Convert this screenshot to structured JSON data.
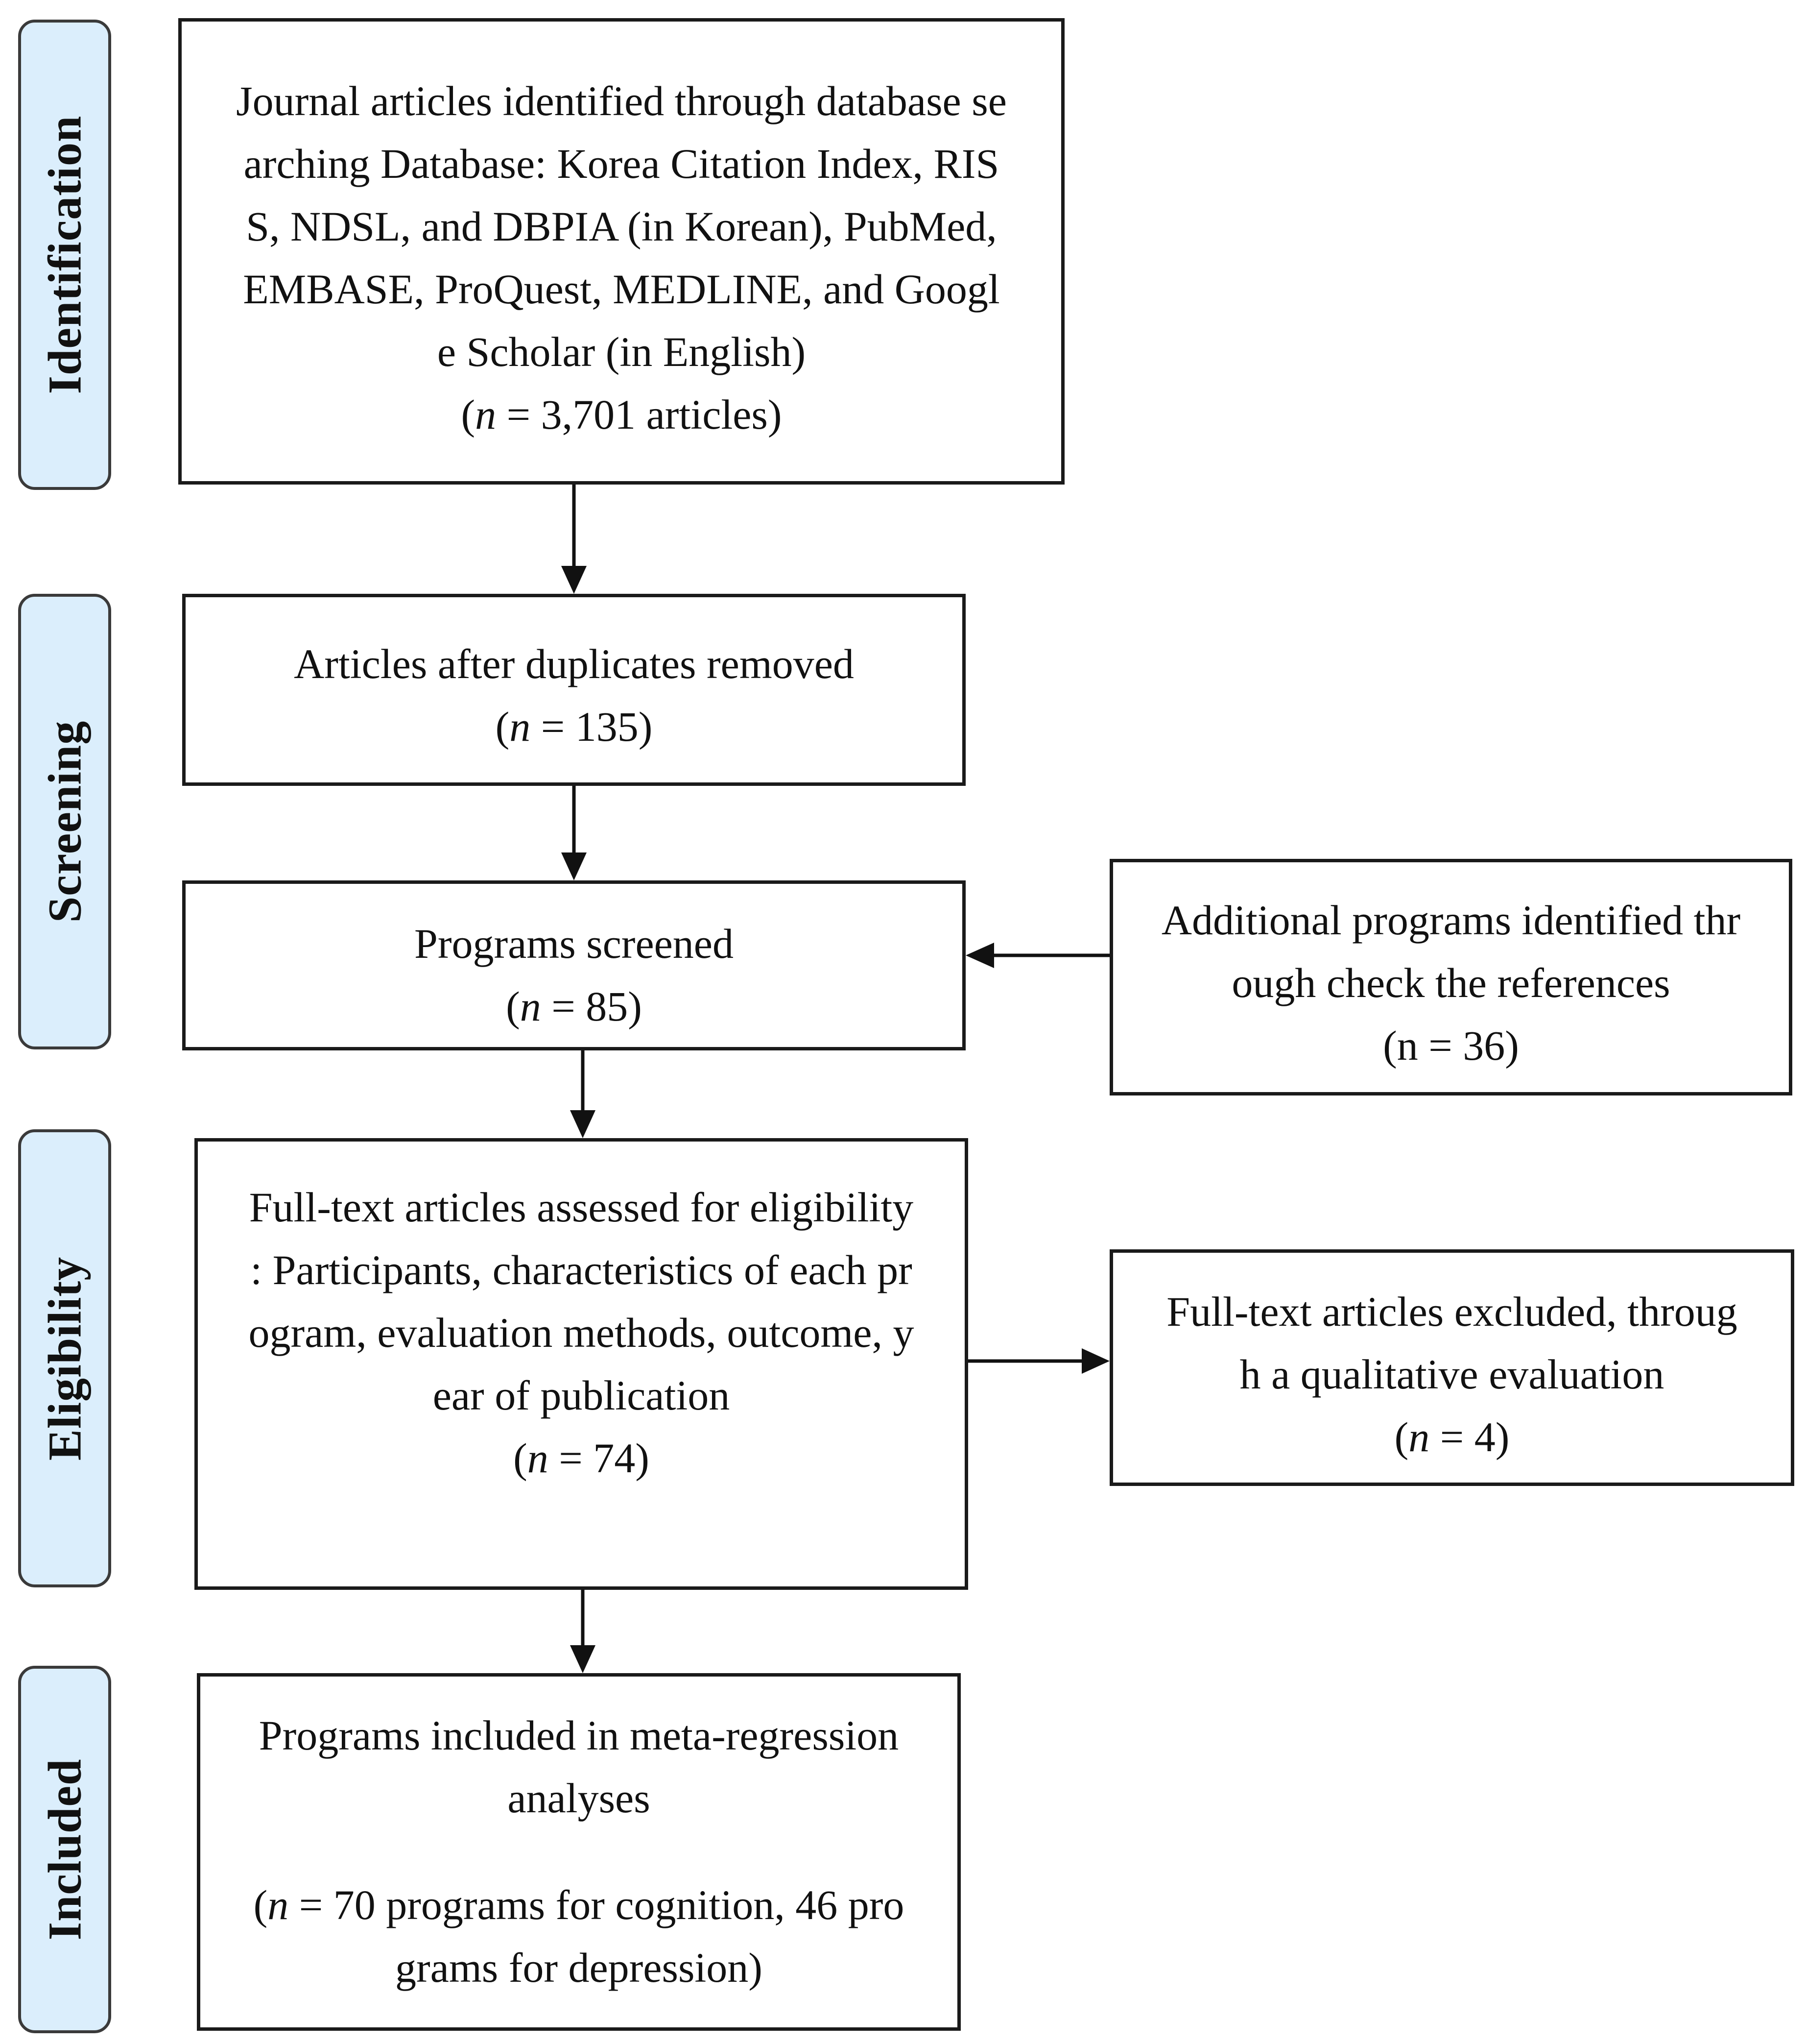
{
  "stages": {
    "identification": "Identification",
    "screening": "Screening",
    "eligibility": "Eligibility",
    "included": "Included"
  },
  "boxes": {
    "identified": {
      "lines": [
        "Journal articles identified through database se",
        "arching Database: Korea Citation Index, RIS",
        "S, NDSL, and DBPIA (in Korean), PubMed,",
        "EMBASE, ProQuest, MEDLINE, and Googl",
        "e Scholar (in English)"
      ],
      "count_open": "(",
      "count_var": "n",
      "count_rest": " = 3,701 articles)"
    },
    "duplicates_removed": {
      "label": "Articles after duplicates removed",
      "count_open": "(",
      "count_var": "n",
      "count_rest": " = 135)"
    },
    "screened": {
      "label": "Programs screened",
      "count_open": "(",
      "count_var": "n",
      "count_rest": " = 85)"
    },
    "additional": {
      "lines": [
        "Additional programs identified thr",
        "ough check the references"
      ],
      "count": "(n = 36)"
    },
    "eligibility": {
      "lines": [
        "Full-text articles assessed for eligibility",
        ": Participants, characteristics of each pr",
        "ogram, evaluation methods, outcome, y",
        "ear of publication"
      ],
      "count_open": "(",
      "count_var": "n",
      "count_rest": " = 74)"
    },
    "excluded": {
      "lines": [
        "Full-text articles excluded, throug",
        "h a qualitative evaluation"
      ],
      "count_open": "(",
      "count_var": "n",
      "count_rest": " = 4)"
    },
    "included": {
      "lines": [
        "Programs included in meta-regression",
        "analyses"
      ],
      "count_open": "(",
      "count_var": "n",
      "count_rest": " = 70 programs for cognition, 46 pro",
      "count_line2": "grams for depression)"
    }
  }
}
